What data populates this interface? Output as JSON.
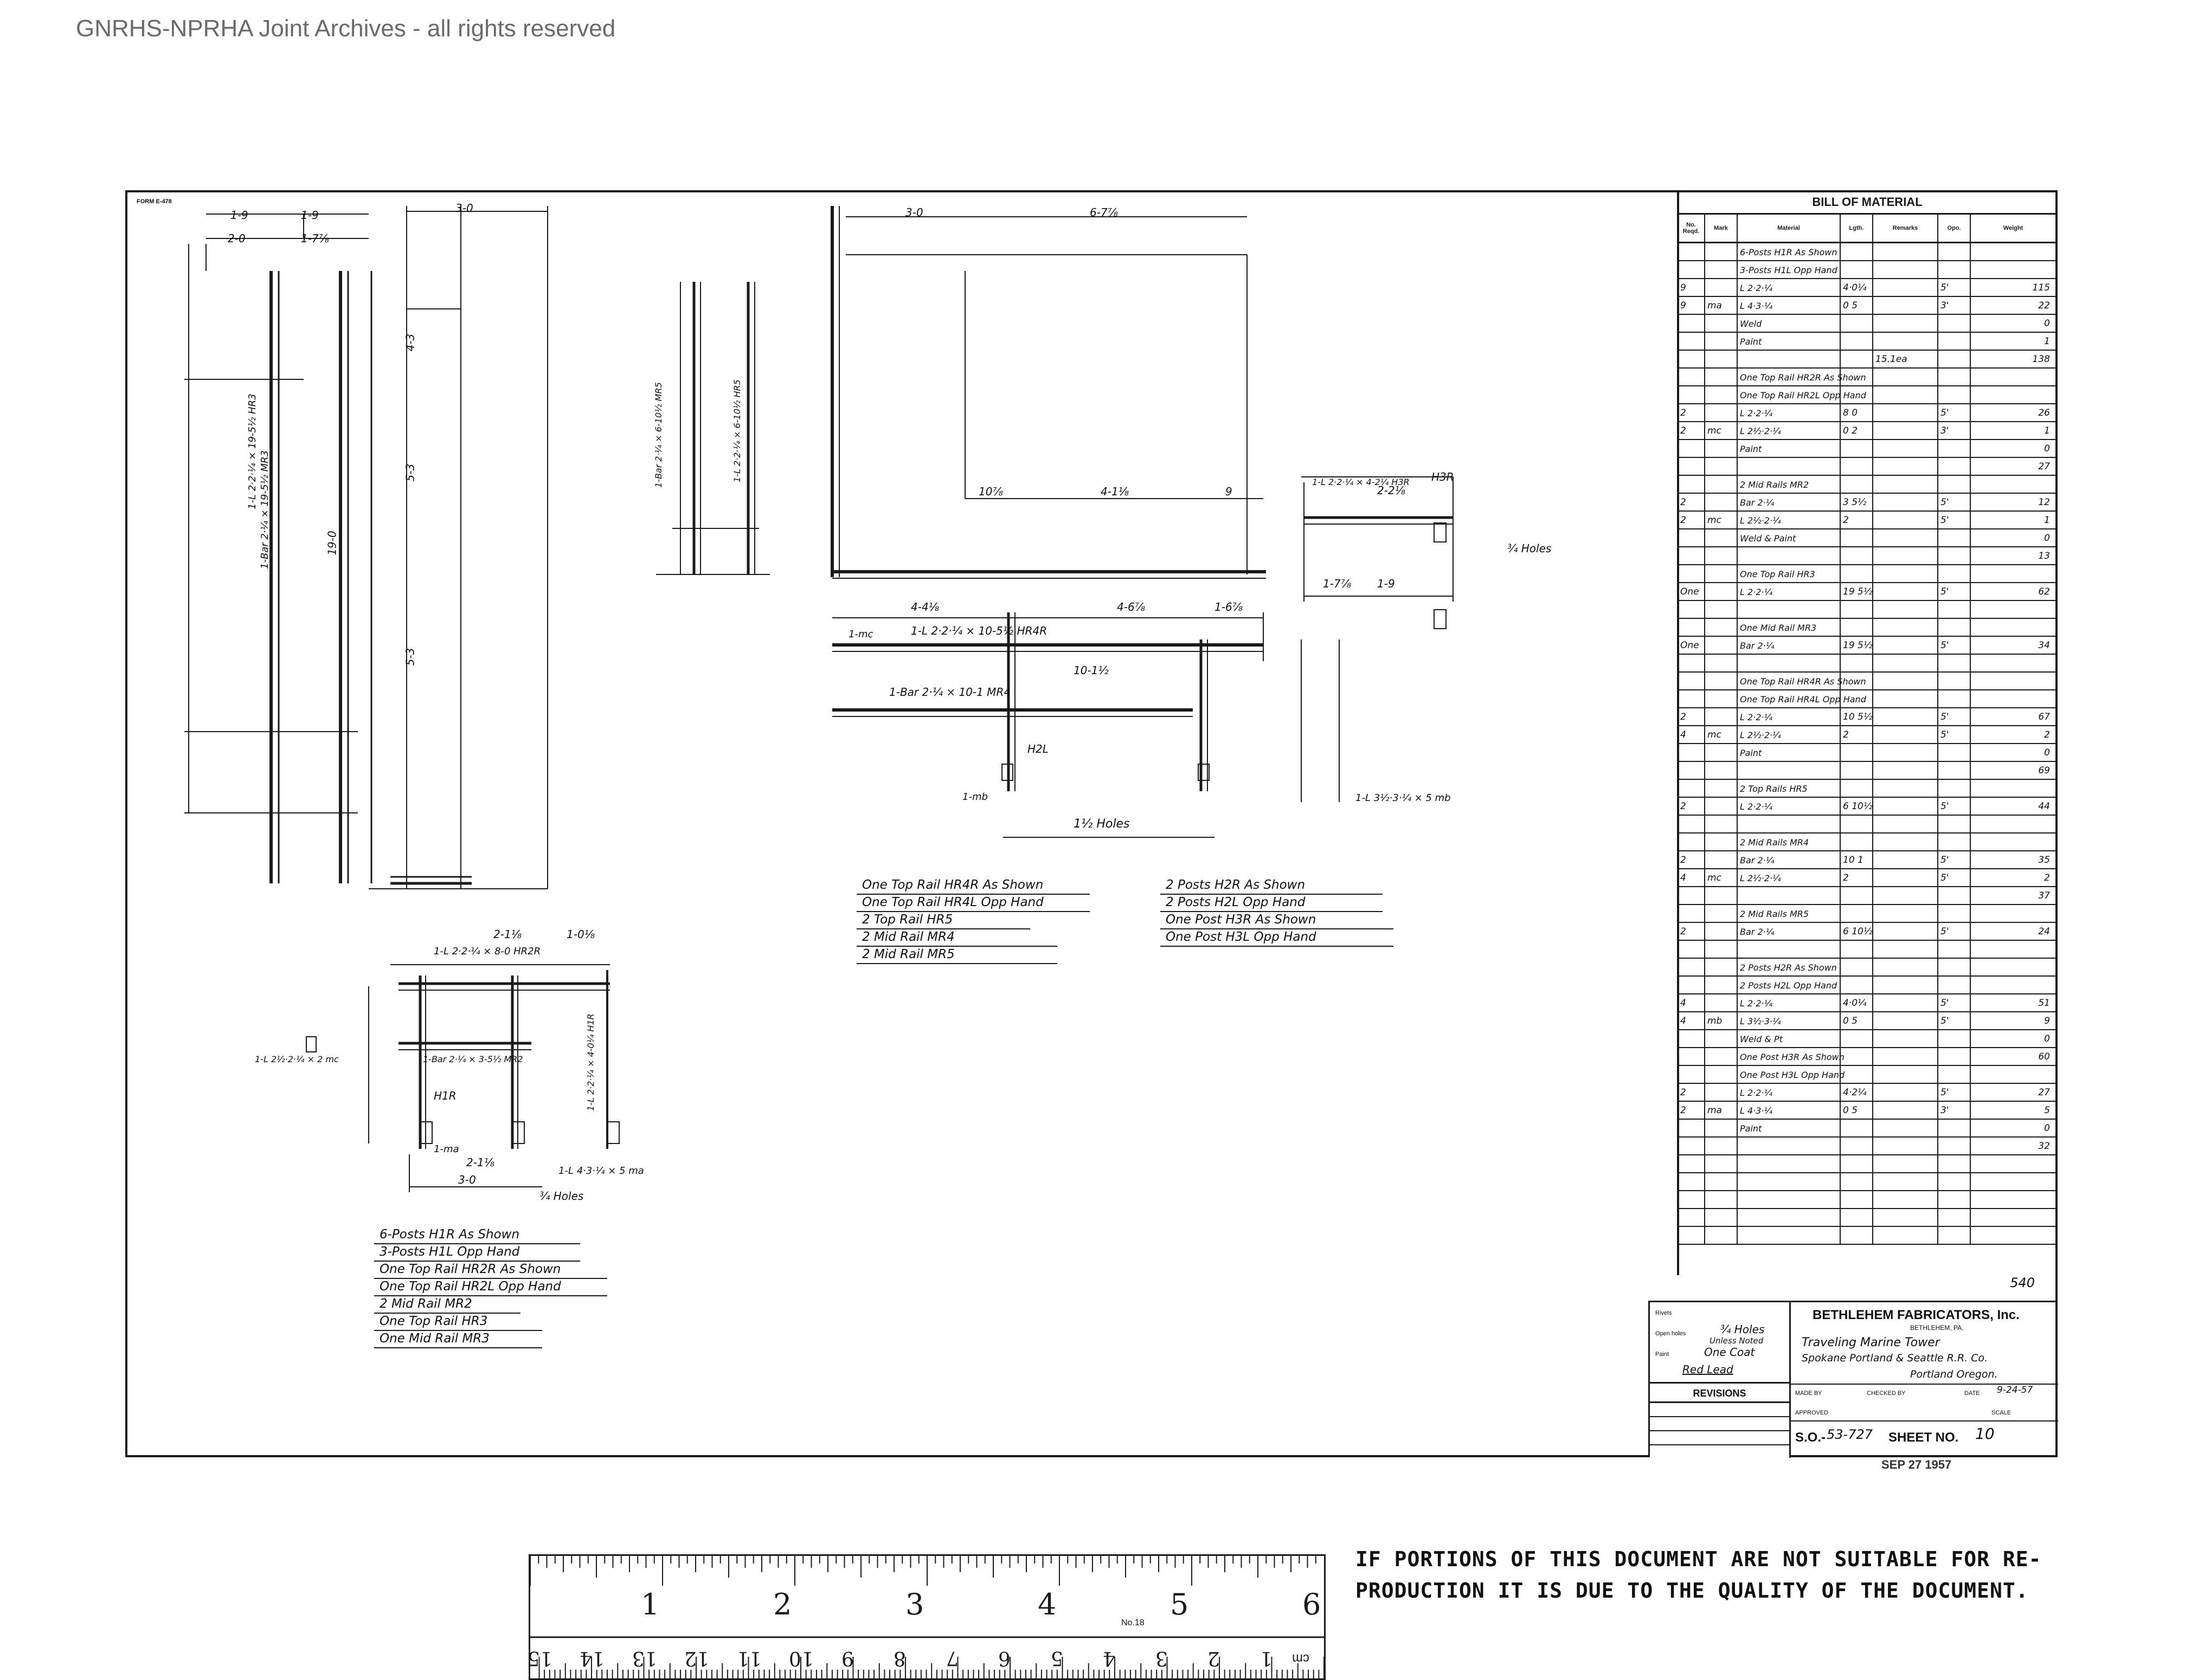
{
  "watermark": "GNRHS-NPRHA Joint Archives - all rights reserved",
  "form_number": "FORM E-478",
  "bill_of_material": {
    "title": "BILL OF MATERIAL",
    "columns": [
      "No. Reqd.",
      "Mark",
      "Material",
      "Lgth.",
      "Remarks",
      "Opo.",
      "Weight"
    ],
    "rows": [
      {
        "no": "",
        "mark": "",
        "material": "6-Posts H1R As Shown",
        "lgth": "",
        "remarks": "",
        "opo": "",
        "weight": ""
      },
      {
        "no": "",
        "mark": "",
        "material": "3-Posts H1L Opp Hand",
        "lgth": "",
        "remarks": "",
        "opo": "",
        "weight": ""
      },
      {
        "no": "9",
        "mark": "",
        "material": "L 2·2·¼",
        "lgth": "4·0¼",
        "remarks": "",
        "opo": "5'",
        "weight": "115"
      },
      {
        "no": "9",
        "mark": "ma",
        "material": "L 4·3·¼",
        "lgth": "0 5",
        "remarks": "",
        "opo": "3'",
        "weight": "22"
      },
      {
        "no": "",
        "mark": "",
        "material": "Weld",
        "lgth": "",
        "remarks": "",
        "opo": "",
        "weight": "0"
      },
      {
        "no": "",
        "mark": "",
        "material": "Paint",
        "lgth": "",
        "remarks": "",
        "opo": "",
        "weight": "1"
      },
      {
        "no": "",
        "mark": "",
        "material": "",
        "lgth": "",
        "remarks": "15.1ea",
        "opo": "",
        "weight": "138"
      },
      {
        "no": "",
        "mark": "",
        "material": "One Top Rail HR2R As Shown",
        "lgth": "",
        "remarks": "",
        "opo": "",
        "weight": ""
      },
      {
        "no": "",
        "mark": "",
        "material": "One Top Rail HR2L Opp Hand",
        "lgth": "",
        "remarks": "",
        "opo": "",
        "weight": ""
      },
      {
        "no": "2",
        "mark": "",
        "material": "L 2·2·¼",
        "lgth": "8 0",
        "remarks": "",
        "opo": "5'",
        "weight": "26"
      },
      {
        "no": "2",
        "mark": "mc",
        "material": "L 2½·2·¼",
        "lgth": "0 2",
        "remarks": "",
        "opo": "3'",
        "weight": "1"
      },
      {
        "no": "",
        "mark": "",
        "material": "Paint",
        "lgth": "",
        "remarks": "",
        "opo": "",
        "weight": "0"
      },
      {
        "no": "",
        "mark": "",
        "material": "",
        "lgth": "",
        "remarks": "",
        "opo": "",
        "weight": "27"
      },
      {
        "no": "",
        "mark": "",
        "material": "2 Mid Rails MR2",
        "lgth": "",
        "remarks": "",
        "opo": "",
        "weight": ""
      },
      {
        "no": "2",
        "mark": "",
        "material": "Bar 2·¼",
        "lgth": "3 5½",
        "remarks": "",
        "opo": "5'",
        "weight": "12"
      },
      {
        "no": "2",
        "mark": "mc",
        "material": "L 2½·2·¼",
        "lgth": "2",
        "remarks": "",
        "opo": "5'",
        "weight": "1"
      },
      {
        "no": "",
        "mark": "",
        "material": "Weld & Paint",
        "lgth": "",
        "remarks": "",
        "opo": "",
        "weight": "0"
      },
      {
        "no": "",
        "mark": "",
        "material": "",
        "lgth": "",
        "remarks": "",
        "opo": "",
        "weight": "13"
      },
      {
        "no": "",
        "mark": "",
        "material": "One Top Rail HR3",
        "lgth": "",
        "remarks": "",
        "opo": "",
        "weight": ""
      },
      {
        "no": "One",
        "mark": "",
        "material": "L 2·2·¼",
        "lgth": "19 5½",
        "remarks": "",
        "opo": "5'",
        "weight": "62"
      },
      {
        "no": "",
        "mark": "",
        "material": "",
        "lgth": "",
        "remarks": "",
        "opo": "",
        "weight": ""
      },
      {
        "no": "",
        "mark": "",
        "material": "One Mid Rail MR3",
        "lgth": "",
        "remarks": "",
        "opo": "",
        "weight": ""
      },
      {
        "no": "One",
        "mark": "",
        "material": "Bar 2·¼",
        "lgth": "19 5½",
        "remarks": "",
        "opo": "5'",
        "weight": "34"
      },
      {
        "no": "",
        "mark": "",
        "material": "",
        "lgth": "",
        "remarks": "",
        "opo": "",
        "weight": ""
      },
      {
        "no": "",
        "mark": "",
        "material": "One Top Rail HR4R As Shown",
        "lgth": "",
        "remarks": "",
        "opo": "",
        "weight": ""
      },
      {
        "no": "",
        "mark": "",
        "material": "One Top Rail HR4L Opp Hand",
        "lgth": "",
        "remarks": "",
        "opo": "",
        "weight": ""
      },
      {
        "no": "2",
        "mark": "",
        "material": "L 2·2·¼",
        "lgth": "10 5½",
        "remarks": "",
        "opo": "5'",
        "weight": "67"
      },
      {
        "no": "4",
        "mark": "mc",
        "material": "L 2½·2·¼",
        "lgth": "2",
        "remarks": "",
        "opo": "5'",
        "weight": "2"
      },
      {
        "no": "",
        "mark": "",
        "material": "Paint",
        "lgth": "",
        "remarks": "",
        "opo": "",
        "weight": "0"
      },
      {
        "no": "",
        "mark": "",
        "material": "",
        "lgth": "",
        "remarks": "",
        "opo": "",
        "weight": "69"
      },
      {
        "no": "",
        "mark": "",
        "material": "2 Top Rails HR5",
        "lgth": "",
        "remarks": "",
        "opo": "",
        "weight": ""
      },
      {
        "no": "2",
        "mark": "",
        "material": "L 2·2·¼",
        "lgth": "6 10½",
        "remarks": "",
        "opo": "5'",
        "weight": "44"
      },
      {
        "no": "",
        "mark": "",
        "material": "",
        "lgth": "",
        "remarks": "",
        "opo": "",
        "weight": ""
      },
      {
        "no": "",
        "mark": "",
        "material": "2 Mid Rails MR4",
        "lgth": "",
        "remarks": "",
        "opo": "",
        "weight": ""
      },
      {
        "no": "2",
        "mark": "",
        "material": "Bar 2·¼",
        "lgth": "10 1",
        "remarks": "",
        "opo": "5'",
        "weight": "35"
      },
      {
        "no": "4",
        "mark": "mc",
        "material": "L 2½·2·¼",
        "lgth": "2",
        "remarks": "",
        "opo": "5'",
        "weight": "2"
      },
      {
        "no": "",
        "mark": "",
        "material": "",
        "lgth": "",
        "remarks": "",
        "opo": "",
        "weight": "37"
      },
      {
        "no": "",
        "mark": "",
        "material": "2 Mid Rails MR5",
        "lgth": "",
        "remarks": "",
        "opo": "",
        "weight": ""
      },
      {
        "no": "2",
        "mark": "",
        "material": "Bar 2·¼",
        "lgth": "6 10½",
        "remarks": "",
        "opo": "5'",
        "weight": "24"
      },
      {
        "no": "",
        "mark": "",
        "material": "",
        "lgth": "",
        "remarks": "",
        "opo": "",
        "weight": ""
      },
      {
        "no": "",
        "mark": "",
        "material": "2 Posts H2R As Shown",
        "lgth": "",
        "remarks": "",
        "opo": "",
        "weight": ""
      },
      {
        "no": "",
        "mark": "",
        "material": "2 Posts H2L Opp Hand",
        "lgth": "",
        "remarks": "",
        "opo": "",
        "weight": ""
      },
      {
        "no": "4",
        "mark": "",
        "material": "L 2·2·¼",
        "lgth": "4·0¼",
        "remarks": "",
        "opo": "5'",
        "weight": "51"
      },
      {
        "no": "4",
        "mark": "mb",
        "material": "L 3½·3·¼",
        "lgth": "0 5",
        "remarks": "",
        "opo": "5'",
        "weight": "9"
      },
      {
        "no": "",
        "mark": "",
        "material": "Weld & Pt",
        "lgth": "",
        "remarks": "",
        "opo": "",
        "weight": "0"
      },
      {
        "no": "",
        "mark": "",
        "material": "One Post H3R As Shown",
        "lgth": "",
        "remarks": "",
        "opo": "",
        "weight": "60"
      },
      {
        "no": "",
        "mark": "",
        "material": "One Post H3L Opp Hand",
        "lgth": "",
        "remarks": "",
        "opo": "",
        "weight": ""
      },
      {
        "no": "2",
        "mark": "",
        "material": "L 2·2·¼",
        "lgth": "4·2¼",
        "remarks": "",
        "opo": "5'",
        "weight": "27"
      },
      {
        "no": "2",
        "mark": "ma",
        "material": "L 4·3·¼",
        "lgth": "0 5",
        "remarks": "",
        "opo": "3'",
        "weight": "5"
      },
      {
        "no": "",
        "mark": "",
        "material": "Paint",
        "lgth": "",
        "remarks": "",
        "opo": "",
        "weight": "0"
      },
      {
        "no": "",
        "mark": "",
        "material": "",
        "lgth": "",
        "remarks": "",
        "opo": "",
        "weight": "32"
      }
    ],
    "total": "540"
  },
  "title_block": {
    "rivets_label": "Rivets",
    "open_holes_label": "Open holes",
    "open_holes_value": "¾ Holes",
    "unless_noted": "Unless Noted",
    "paint_label": "Paint",
    "paint_value": "One Coat",
    "paint_value2": "Red Lead",
    "revisions": "REVISIONS",
    "company": "BETHLEHEM FABRICATORS, Inc.",
    "city": "BETHLEHEM, PA.",
    "job_line1": "Traveling Marine Tower",
    "job_line2": "Spokane Portland & Seattle R.R. Co.",
    "job_line3": "Portland Oregon.",
    "made_by": "MADE BY",
    "checked_by": "CHECKED BY",
    "date": "DATE",
    "date_value": "9-24-57",
    "approved": "APPROVED",
    "scale": "SCALE",
    "so_label": "S.O.-",
    "so_value": "53-727",
    "sheet_label": "SHEET NO.",
    "sheet_value": "10",
    "stamp": "SEP 27 1957"
  },
  "notes": {
    "left": [
      "6-Posts H1R As Shown",
      "3-Posts H1L Opp Hand",
      "One Top Rail HR2R As Shown",
      "One Top Rail HR2L Opp Hand",
      "2 Mid Rail MR2",
      "One Top Rail HR3",
      "One Mid Rail MR3"
    ],
    "middle": [
      "One Top Rail HR4R As Shown",
      "One Top Rail HR4L Opp Hand",
      "2 Top Rail HR5",
      "2 Mid Rail MR4",
      "2 Mid Rail MR5"
    ],
    "right": [
      "2 Posts H2R As Shown",
      "2 Posts H2L Opp Hand",
      "One Post H3R As Shown",
      "One Post H3L Opp Hand"
    ]
  },
  "dims": {
    "d1": "1-9",
    "d2": "1-9",
    "d3": "2-0",
    "d4": "1-7⅞",
    "d5": "3-0",
    "d6": "3-0",
    "d7": "6-7⅞",
    "d8": "4-1⅛",
    "d9": "9",
    "d10": "10⅞",
    "d11": "4-4⅛",
    "d12": "4-6⅞",
    "d13": "1-6⅞",
    "d14": "10-1½",
    "d15": "19-0",
    "d16": "5-3",
    "d17": "5-3",
    "d18": "4-3",
    "d19": "2-2⅛",
    "d20": "1-9",
    "d21": "1-7⅞",
    "d22": "2-1⅛",
    "d23": "1-0⅛",
    "d24": "3-0",
    "d25": "2-1⅛",
    "d26": "1½ Holes",
    "d27": "¾ Holes",
    "d28": "¾ Holes"
  },
  "drawing_labels": {
    "hr3": "1-L 2·2·¼ × 19-5½ HR3",
    "mr3": "1-Bar 2·¼ × 19-5½ MR3",
    "hr5": "1-L 2·2·¼ × 6-10½ HR5",
    "mr5": "1-Bar 2·¼ × 6-10½ MR5",
    "hr4": "1-L 2·2·¼ × 10-5½ HR4R",
    "mr4": "1-Bar 2·¼ × 10-1 MR4",
    "hr2": "1-L 2·2·¼ × 8-0 HR2R",
    "mr2": "1-Bar 2·¼ × 3-5½ MR2",
    "mc": "1-mc",
    "mb": "1-mb",
    "ma": "1-ma",
    "ma_size": "1-L 4·3·¼ × 5 ma",
    "mb_size": "1-L 3½·3·¼ × 5 mb",
    "mc_size": "1-L 2½·2·¼ × 2 mc",
    "h1": "H1R",
    "h2": "H2L",
    "h3": "H3R",
    "post": "1-L 2·2·¼ × 4-0¼ H1R",
    "post3": "1-L 2·2·¼ × 4-2¼ H3R"
  },
  "ruler": {
    "inch_marks": [
      "1",
      "2",
      "3",
      "4",
      "5",
      "6"
    ],
    "cm_marks": [
      "1",
      "2",
      "3",
      "4",
      "5",
      "6",
      "7",
      "8",
      "9",
      "10",
      "11",
      "12",
      "13",
      "14",
      "15"
    ],
    "unit": "cm",
    "brand": "No.18"
  },
  "disclaimer": {
    "line1": "IF PORTIONS OF THIS DOCUMENT ARE NOT SUITABLE FOR RE-",
    "line2": "PRODUCTION IT IS DUE TO THE QUALITY OF THE DOCUMENT."
  }
}
